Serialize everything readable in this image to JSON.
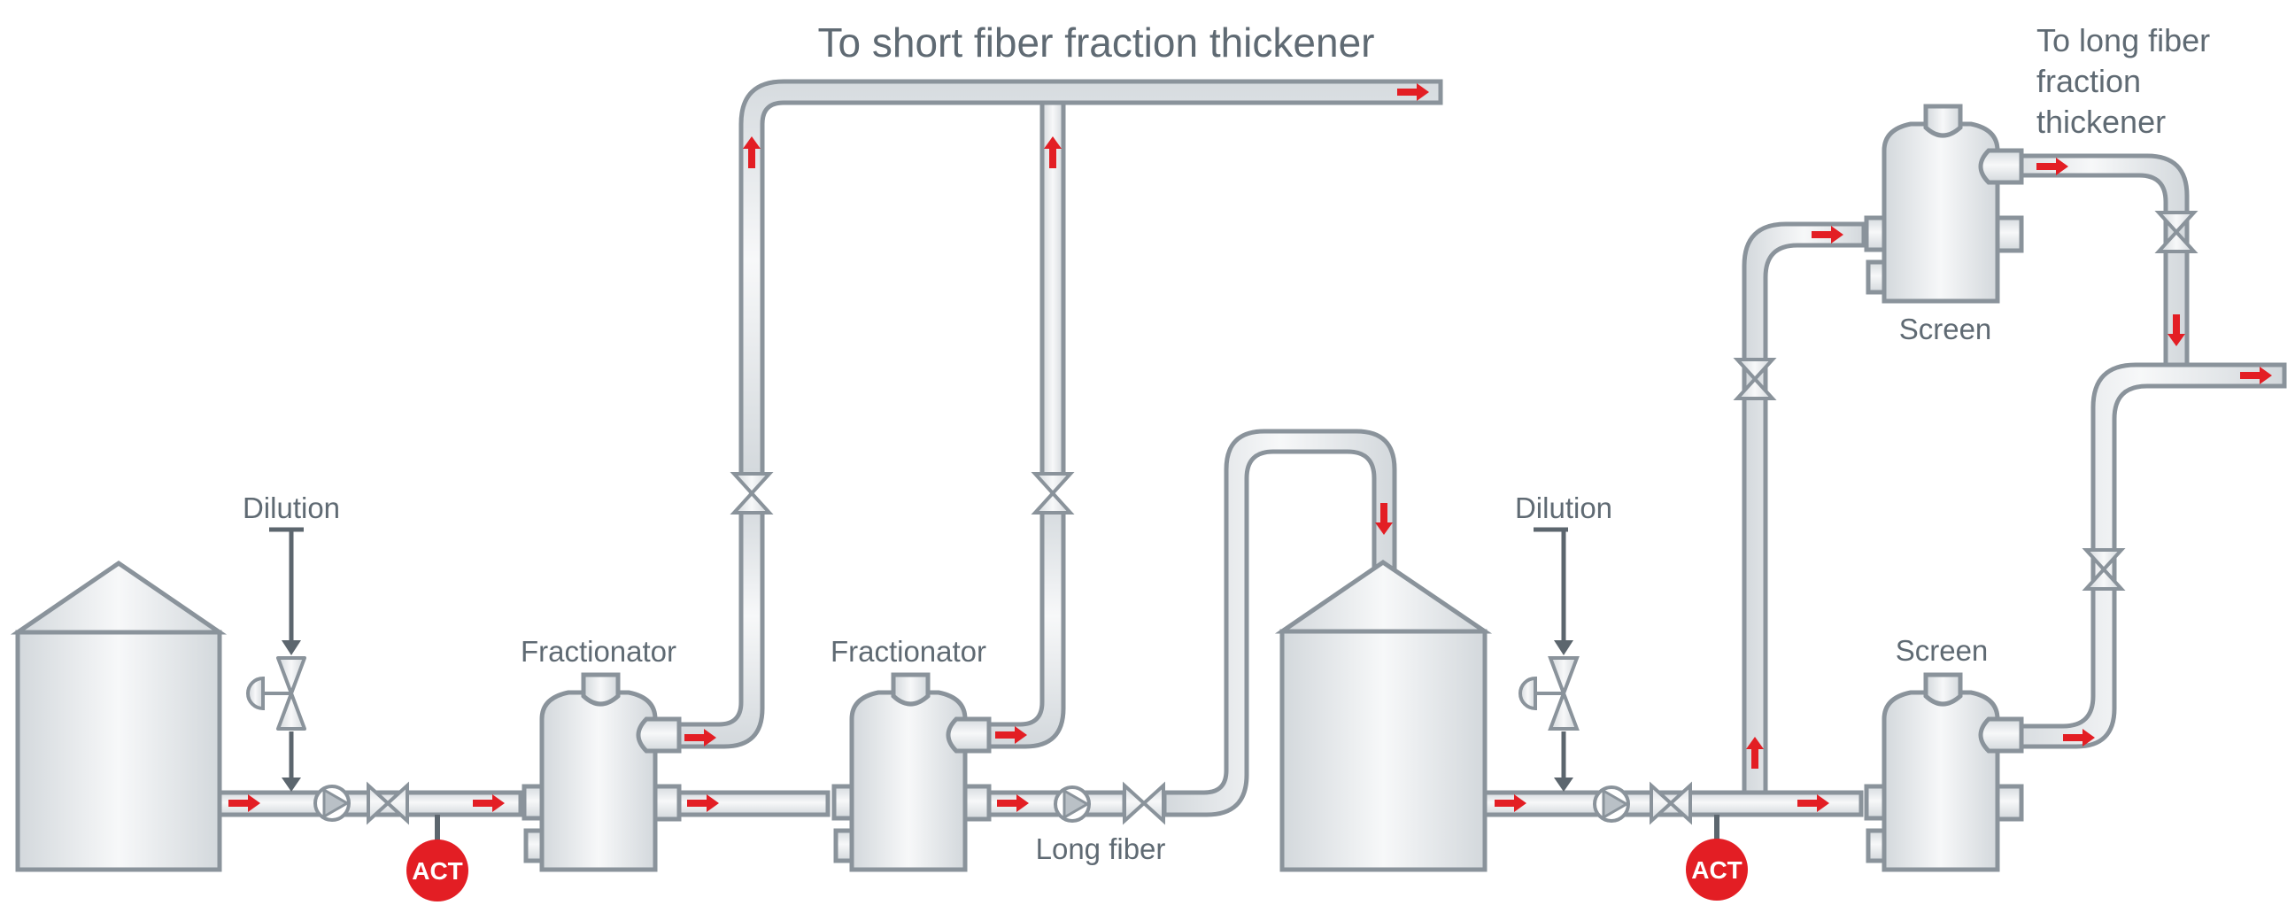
{
  "title": "Fiber fractionation process flow",
  "labels": {
    "short_fiber_destination": "To short fiber fraction thickener",
    "long_fiber_destination": [
      "To long fiber",
      "fraction",
      "thickener"
    ],
    "dilution_1": "Dilution",
    "dilution_2": "Dilution",
    "fractionator_1": "Fractionator",
    "fractionator_2": "Fractionator",
    "long_fiber": "Long fiber",
    "screen_upper": "Screen",
    "screen_lower": "Screen"
  },
  "sensors": [
    {
      "id": "act-1",
      "text": "ACT"
    },
    {
      "id": "act-2",
      "text": "ACT"
    }
  ],
  "equipment": [
    "storage-tank-1",
    "dilution-control-valve-1",
    "pump-1",
    "valve-1",
    "fractionator-1",
    "fractionator-2",
    "pump-2",
    "valve-2",
    "storage-tank-2",
    "dilution-control-valve-2",
    "pump-3",
    "valve-3",
    "screen-lower",
    "screen-upper"
  ],
  "colors": {
    "pipe_stroke": "#8a939b",
    "flow_arrow": "#e31e24",
    "sensor": "#e31e24",
    "label": "#5f6a73",
    "dilution_line": "#5c666e"
  }
}
